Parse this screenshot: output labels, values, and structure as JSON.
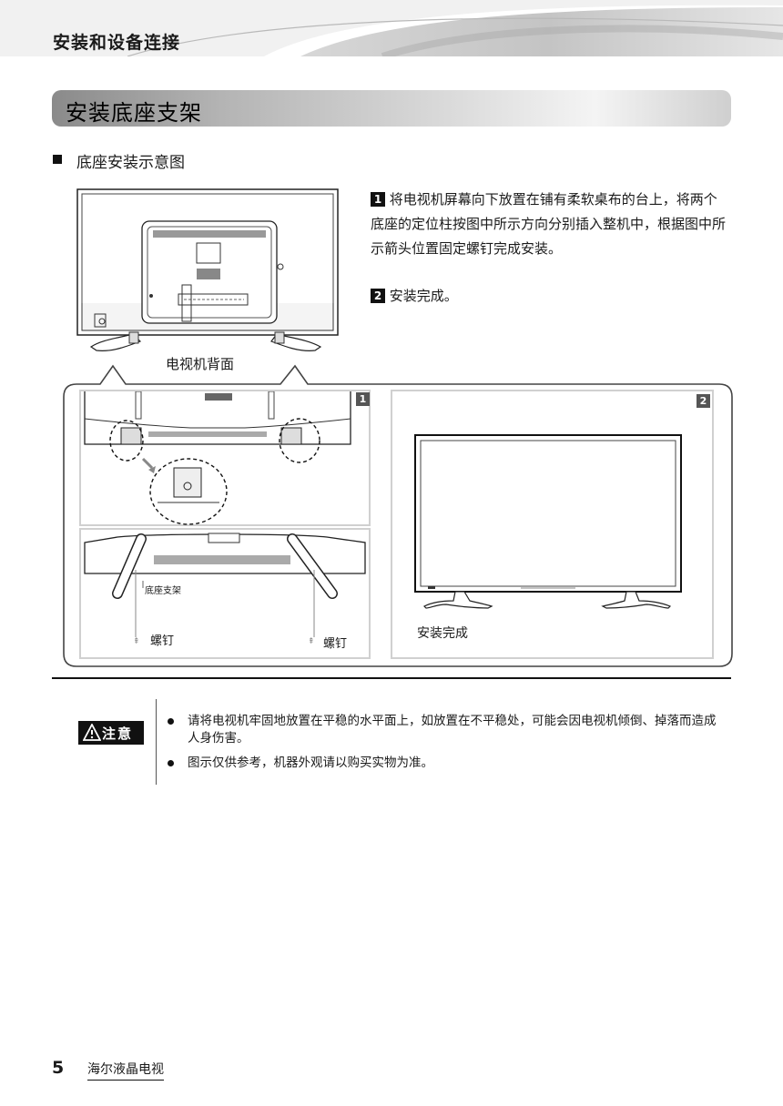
{
  "header": {
    "chapter_title": "安装和设备连接"
  },
  "section": {
    "title": "安装底座支架"
  },
  "subheading": {
    "text": "底座安装示意图"
  },
  "steps": [
    {
      "num": "1",
      "text": "将电视机屏幕向下放置在铺有柔软桌布的台上，将两个底座的定位柱按图中所示方向分别插入整机中，根据图中所示箭头位置固定螺钉完成安装。"
    },
    {
      "num": "2",
      "text": "安装完成。"
    }
  ],
  "figure": {
    "tv_back_label": "电视机背面",
    "panel_1_badge": "1",
    "panel_2_badge": "2",
    "stand_label": "底座支架",
    "screw_left": "螺钉",
    "screw_right": "螺钉",
    "complete_label": "安装完成"
  },
  "caution": {
    "label": "注意",
    "notes": [
      "请将电视机牢固地放置在平稳的水平面上，如放置在不平稳处，可能会因电视机倾倒、掉落而造成人身伤害。",
      "图示仅供参考，机器外观请以购买实物为准。"
    ]
  },
  "footer": {
    "page_number": "5",
    "brand": "海尔液晶电视"
  }
}
